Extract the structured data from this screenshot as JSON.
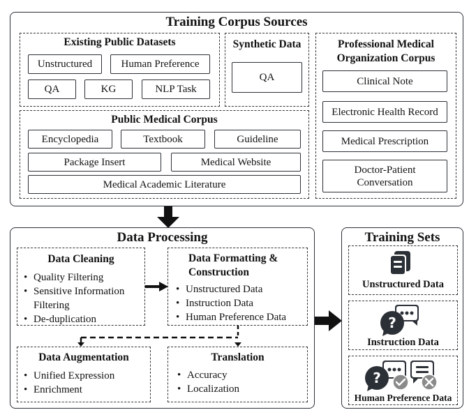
{
  "sources": {
    "title": "Training Corpus Sources",
    "existing": {
      "title": "Existing Public Datasets",
      "items": [
        "Unstructured",
        "Human Preference",
        "QA",
        "KG",
        "NLP Task"
      ]
    },
    "synthetic": {
      "title": "Synthetic Data",
      "items": [
        "QA"
      ]
    },
    "professional": {
      "title_line1": "Professional Medical",
      "title_line2": "Organization Corpus",
      "items": [
        "Clinical Note",
        "Electronic Health Record",
        "Medical Prescription",
        "Doctor-Patient Conversation"
      ]
    },
    "public_medical": {
      "title": "Public Medical Corpus",
      "items": [
        "Encyclopedia",
        "Textbook",
        "Guideline",
        "Package Insert",
        "Medical Website",
        "Medical Academic Literature"
      ]
    }
  },
  "processing": {
    "title": "Data Processing",
    "cleaning": {
      "title": "Data Cleaning",
      "items": [
        "Quality Filtering",
        "Sensitive Information Filtering",
        "De-duplication"
      ]
    },
    "formatting": {
      "title_line1": "Data Formatting &",
      "title_line2": "Construction",
      "items": [
        "Unstructured Data",
        "Instruction Data",
        "Human Preference Data"
      ]
    },
    "augmentation": {
      "title": "Data Augmentation",
      "items": [
        "Unified Expression",
        "Enrichment"
      ]
    },
    "translation": {
      "title": "Translation",
      "items": [
        "Accuracy",
        "Localization"
      ]
    }
  },
  "training_sets": {
    "title": "Training Sets",
    "items": [
      {
        "label": "Unstructured Data",
        "icon": "documents-icon"
      },
      {
        "label": "Instruction Data",
        "icon": "question-chat-icon"
      },
      {
        "label": "Human Preference Data",
        "icon": "preference-chat-icon"
      }
    ]
  },
  "colors": {
    "border": "#2b2f36",
    "icon_dark": "#2b2f36",
    "check_gray": "#8a8a8a"
  }
}
